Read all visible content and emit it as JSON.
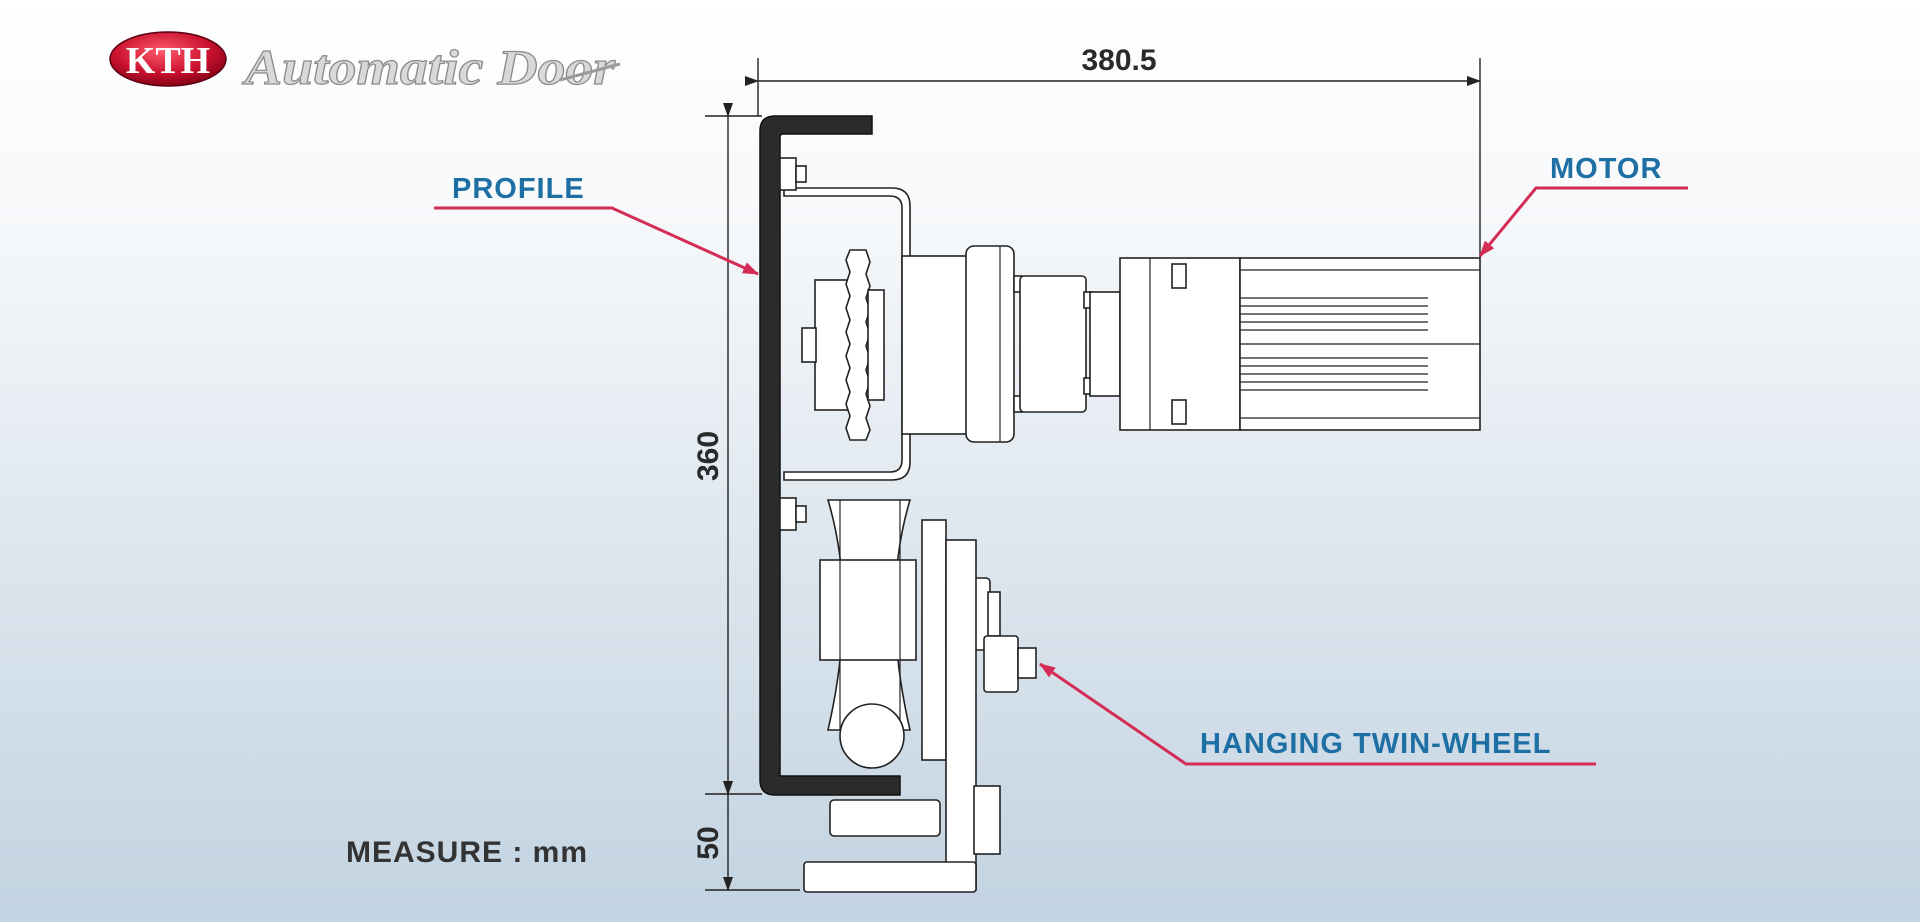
{
  "brand": {
    "logo_text": "KTH",
    "product_text": "Automatic Door",
    "logo_color": "#c8102e"
  },
  "dimensions": {
    "width": "380.5",
    "height": "360",
    "base": "50"
  },
  "callouts": {
    "profile": "PROFILE",
    "motor": "MOTOR",
    "wheel": "HANGING TWIN-WHEEL"
  },
  "measure": "MEASURE : mm",
  "colors": {
    "label": "#1e6fa3",
    "leader": "#d42c55",
    "profile_fill": "#2b2b2b"
  }
}
